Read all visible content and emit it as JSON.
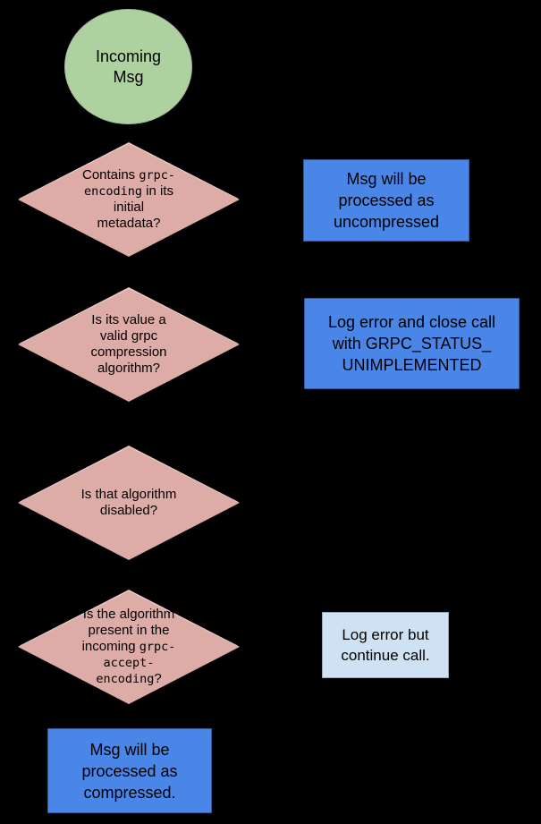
{
  "title": "Incoming gRPC message compression flowchart",
  "colors": {
    "background": "#000000",
    "terminal": "#add2a0",
    "decision": "#deaca6",
    "process": "#4a86e8",
    "process_light": "#cfe2f3",
    "text": "#000000"
  },
  "nodes": {
    "incoming": {
      "shape": "ellipse",
      "label": "Incoming Msg",
      "lines": [
        [
          {
            "t": "Incoming"
          }
        ],
        [
          {
            "t": "Msg"
          }
        ]
      ]
    },
    "d1": {
      "shape": "decision",
      "label": "Contains grpc-encoding in its initial metadata?",
      "lines": [
        [
          {
            "t": "Contains "
          },
          {
            "t": "grpc-",
            "m": true
          }
        ],
        [
          {
            "t": "encoding",
            "m": true
          },
          {
            "t": " in its"
          }
        ],
        [
          {
            "t": "initial"
          }
        ],
        [
          {
            "t": "metadata?"
          }
        ]
      ]
    },
    "uncompressed": {
      "shape": "process",
      "label": "Msg will be processed as uncompressed",
      "lines": [
        [
          {
            "t": "Msg will be"
          }
        ],
        [
          {
            "t": "processed as"
          }
        ],
        [
          {
            "t": "uncompressed"
          }
        ]
      ]
    },
    "d2": {
      "shape": "decision",
      "label": "Is its value a valid grpc compression algorithm?",
      "lines": [
        [
          {
            "t": "Is its value a"
          }
        ],
        [
          {
            "t": "valid grpc"
          }
        ],
        [
          {
            "t": "compression"
          }
        ],
        [
          {
            "t": "algorithm?"
          }
        ]
      ]
    },
    "unimplemented": {
      "shape": "process",
      "label": "Log error and close call with GRPC_STATUS_UNIMPLEMENTED",
      "lines": [
        [
          {
            "t": "Log error and close call"
          }
        ],
        [
          {
            "t": "with GRPC_STATUS_"
          }
        ],
        [
          {
            "t": "UNIMPLEMENTED"
          }
        ]
      ]
    },
    "d3": {
      "shape": "decision",
      "label": "Is that algorithm disabled?",
      "lines": [
        [
          {
            "t": "Is that algorithm"
          }
        ],
        [
          {
            "t": "disabled?"
          }
        ]
      ]
    },
    "d4": {
      "shape": "decision",
      "label": "Is the algorithm present in the incoming grpc-accept-encoding?",
      "lines": [
        [
          {
            "t": "Is the algorithm"
          }
        ],
        [
          {
            "t": "present in the"
          }
        ],
        [
          {
            "t": "incoming "
          },
          {
            "t": "grpc-",
            "m": true
          }
        ],
        [
          {
            "t": "accept-",
            "m": true
          }
        ],
        [
          {
            "t": "encoding",
            "m": true
          },
          {
            "t": "?"
          }
        ]
      ]
    },
    "log_continue": {
      "shape": "process-light",
      "label": "Log error but continue call.",
      "lines": [
        [
          {
            "t": "Log error but"
          }
        ],
        [
          {
            "t": "continue call."
          }
        ]
      ]
    },
    "compressed": {
      "shape": "process",
      "label": "Msg will be processed as compressed.",
      "lines": [
        [
          {
            "t": "Msg will be"
          }
        ],
        [
          {
            "t": "processed as"
          }
        ],
        [
          {
            "t": "compressed."
          }
        ]
      ]
    }
  }
}
